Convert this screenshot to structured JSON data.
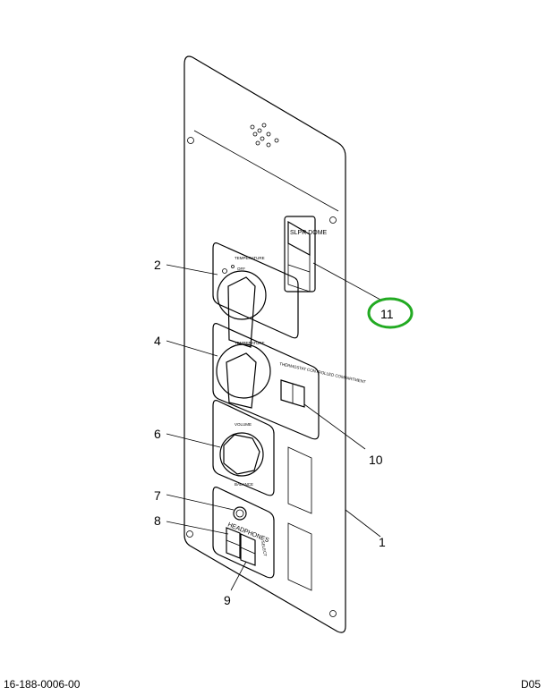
{
  "diagram": {
    "callouts": [
      "1",
      "2",
      "4",
      "6",
      "7",
      "8",
      "9",
      "10",
      "11"
    ],
    "highlight_callout": "11",
    "highlight_color": "#22aa22",
    "panel_labels": {
      "sleeper_dome": "SLPR DOME",
      "temperature_1": "TEMPERATURE",
      "off": "OFF",
      "temperature_2": "TEMPERATURE",
      "thermostat": "THERMOSTAT CONTROLLED COMPARTMENT",
      "volume": "VOLUME",
      "balance": "BALANCE",
      "headphones": "HEADPHONES",
      "select": "SELECT"
    }
  },
  "footer": {
    "part_number": "16-188-0006-00",
    "page_code": "D05"
  }
}
